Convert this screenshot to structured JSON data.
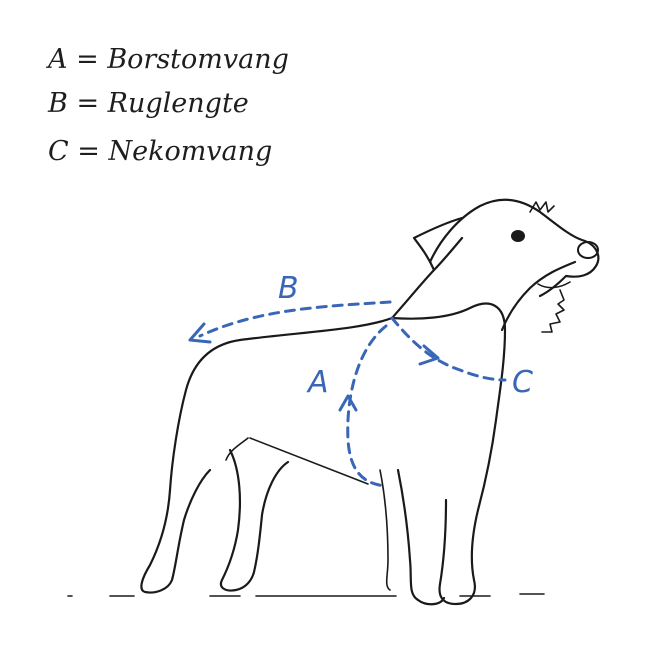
{
  "legend": [
    {
      "key": "A",
      "sep": "=",
      "label": "Borstomvang"
    },
    {
      "key": "B",
      "sep": "=",
      "label": "Ruglengte"
    },
    {
      "key": "C",
      "sep": "=",
      "label": "Nekomvang"
    }
  ],
  "markers": {
    "a": "A",
    "b": "B",
    "c": "C"
  },
  "colors": {
    "measure": "#3a66b8",
    "ink": "#1a1a1a"
  }
}
